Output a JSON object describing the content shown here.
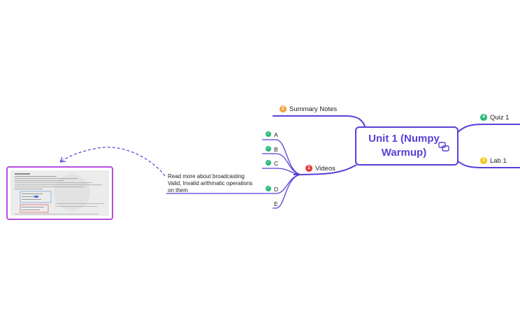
{
  "central": {
    "title": "Unit 1 (Numpy Warmup)",
    "icon": "link-icon"
  },
  "branches": {
    "summary": {
      "label": "Summary Notes",
      "badge": "2",
      "badge_color": "#f0a23a"
    },
    "videos": {
      "label": "Videos",
      "badge": "1",
      "badge_color": "#e53935"
    },
    "quiz": {
      "label": "Quiz 1",
      "badge": "4",
      "badge_color": "#27b878"
    },
    "lab": {
      "label": "Lab 1",
      "badge": "3",
      "badge_color": "#f5c518"
    }
  },
  "videos_children": [
    {
      "label": "A",
      "done": true
    },
    {
      "label": "B",
      "done": true
    },
    {
      "label": "C",
      "done": true
    },
    {
      "label": "D",
      "done": true
    },
    {
      "label": "E",
      "done": false
    }
  ],
  "note": {
    "lines": [
      "Read more about broadcasting",
      "Valid, Invalid arithmatic operations",
      "on them"
    ]
  },
  "colors": {
    "accent": "#5b3fd6",
    "image_border": "#b54ee0",
    "done": "#27b878"
  }
}
